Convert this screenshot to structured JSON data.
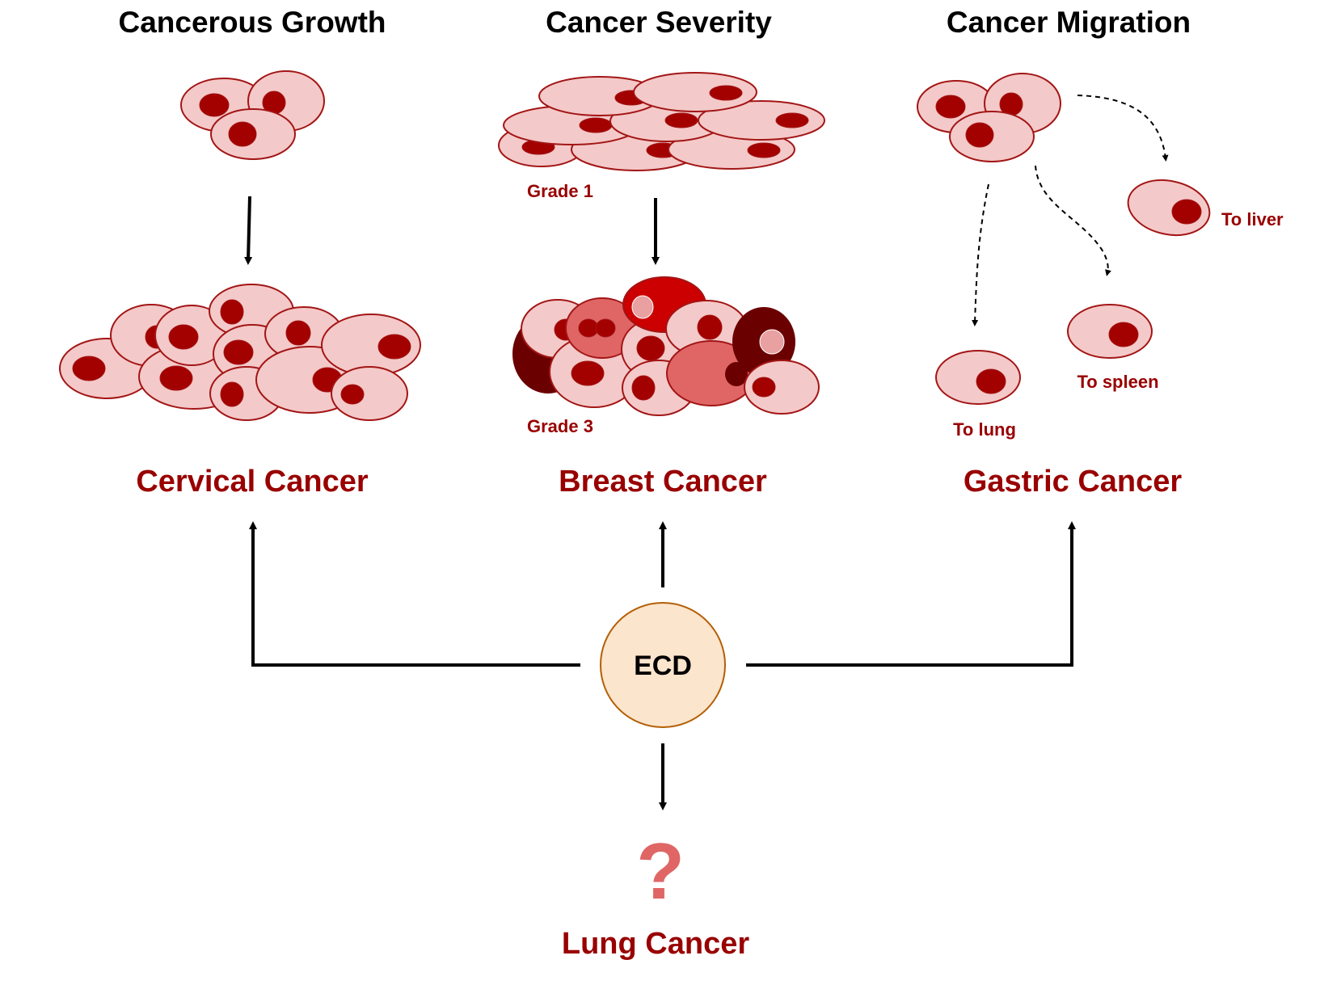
{
  "headers": {
    "growth": "Cancerous Growth",
    "severity": "Cancer Severity",
    "migration": "Cancer Migration"
  },
  "labels": {
    "grade1": "Grade 1",
    "grade3": "Grade 3",
    "to_liver": "To liver",
    "to_spleen": "To spleen",
    "to_lung": "To lung"
  },
  "cancers": {
    "cervical": "Cervical Cancer",
    "breast": "Breast Cancer",
    "gastric": "Gastric Cancer",
    "lung": "Lung Cancer"
  },
  "center": {
    "label": "ECD"
  },
  "unknown_mark": "?",
  "colors": {
    "cell_fill": "#f4c9c9",
    "cell_stroke": "#a31515",
    "nucleus": "#a30000",
    "dark_cell": "#6b0000",
    "mid_cell": "#e06666",
    "bright_cell": "#cc0000",
    "label_red": "#990000",
    "question": "#e06666",
    "ecd_fill": "#fbe5cd",
    "ecd_stroke": "#b45f06"
  }
}
